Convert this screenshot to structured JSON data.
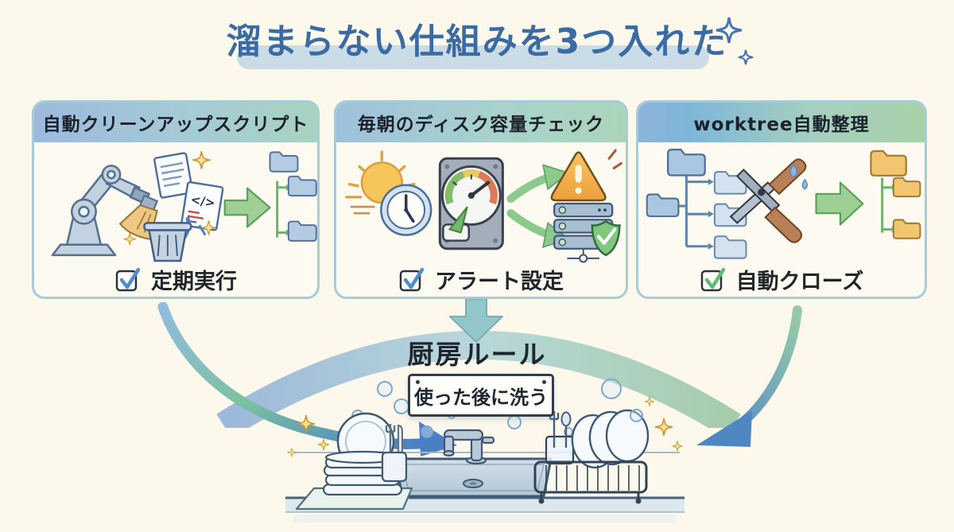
{
  "title": {
    "text": "溜まらない仕組みを3つ入れた"
  },
  "panels": [
    {
      "header": "自動クリーンアップスクリプト",
      "checkbox": "定期実行",
      "check_color": "#4e8ecb",
      "icons": [
        "robot-arm-icon",
        "broom-icon",
        "document-icon",
        "code-file-icon",
        "trash-icon",
        "drop-arrow-icon",
        "flow-arrow-icon",
        "folder-tree-icon",
        "sparkle-icon"
      ]
    },
    {
      "header": "毎朝のディスク容量チェック",
      "checkbox": "アラート設定",
      "check_color": "#4e8ecb",
      "icons": [
        "morning-sun-icon",
        "clock-icon",
        "disk-gauge-icon",
        "flow-arrow-up-icon",
        "flow-arrow-down-icon",
        "warning-triangle-icon",
        "server-stack-icon",
        "shield-check-icon"
      ]
    },
    {
      "header": "worktree自動整理",
      "checkbox": "自動クローズ",
      "check_color": "#5fba7d",
      "icons": [
        "folder-tree-icon",
        "pruning-shears-icon",
        "water-drop-icon",
        "flow-arrow-icon",
        "tidy-folder-tree-icon"
      ]
    }
  ],
  "kitchen": {
    "banner": "厨房ルール",
    "sign": "使った後に洗う",
    "icons": [
      "plate-stack-icon",
      "cup-utensils-icon",
      "sink-icon",
      "faucet-icon",
      "dish-rack-icon",
      "bubble-icon",
      "sparkle-icon"
    ]
  },
  "colors": {
    "background": "#fcf8ec",
    "title_blue": "#3b6ba3",
    "title_highlight": "#b9d4e6",
    "panel_border": "#a7cbd7",
    "header_gradient_blue": "#9db9dc",
    "header_gradient_green": "#a9d3c0",
    "check_blue": "#4e8ecb",
    "check_green": "#5fba7d",
    "flow_arrow_green": "#9ed096",
    "curve_arrow_blue": "#4b7fc4",
    "mid_arrow_teal": "#93c6c8",
    "banner_teal": "#a8cfd6",
    "folder_blue": "#b3cce4",
    "folder_orange": "#f2c66e",
    "warning_orange": "#f0b04a",
    "shield_green": "#83c77f"
  }
}
